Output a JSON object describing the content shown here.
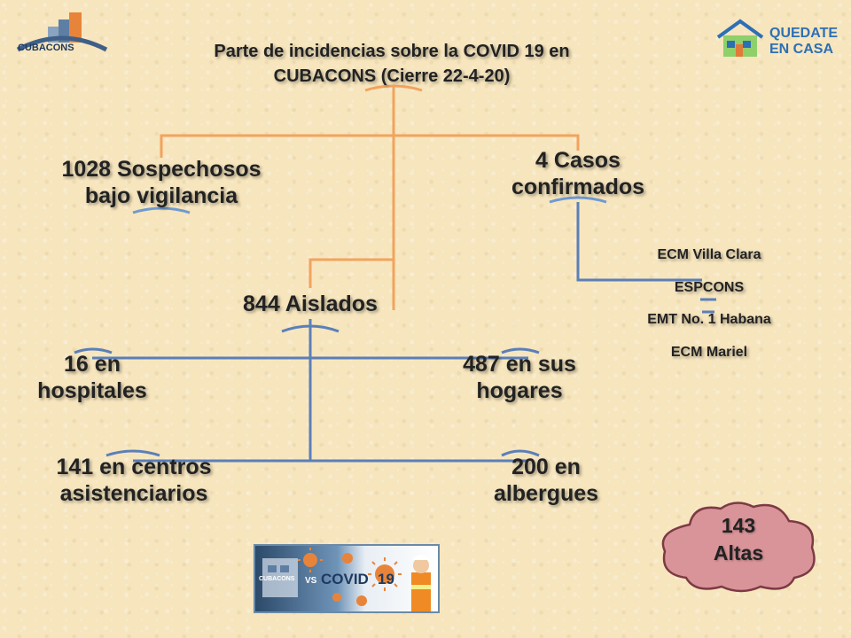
{
  "title": {
    "line1": "Parte de incidencias sobre la COVID 19 en",
    "line2": "CUBACONS  (Cierre 22-4-20)"
  },
  "logo_left": {
    "text": "CUBACONS"
  },
  "logo_right": {
    "line1": "QUEDATE",
    "line2": "EN CASA"
  },
  "nodes": {
    "sospechosos": {
      "line1": "1028 Sospechosos",
      "line2": "bajo vigilancia"
    },
    "confirmados": {
      "line1": "4 Casos",
      "line2": "confirmados"
    },
    "aislados": {
      "line1": "844 Aislados"
    },
    "hospitales": {
      "line1": "16 en",
      "line2": "hospitales"
    },
    "hogares": {
      "line1": "487 en sus",
      "line2": "hogares"
    },
    "centros": {
      "line1": "141 en centros",
      "line2": "asistenciarios"
    },
    "albergues": {
      "line1": "200 en",
      "line2": "albergues"
    }
  },
  "confirmed_cases": [
    "ECM Villa Clara",
    "ESPCONS",
    "EMT No. 1 Habana",
    "ECM Mariel"
  ],
  "altas": {
    "line1": "143",
    "line2": "Altas"
  },
  "banner": {
    "vs": "VS",
    "covid": "COVID",
    "num": "19",
    "brand": "CUBACONS"
  },
  "colors": {
    "orange": "#f2a35e",
    "blue": "#5b7fb8",
    "cloud": "#d99499"
  }
}
